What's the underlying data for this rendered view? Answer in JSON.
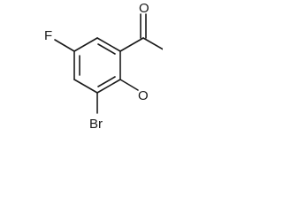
{
  "molecule": {
    "atoms": {
      "carbonyl_oxygen": "O",
      "ring_oxygen": "O",
      "fluorine": "F",
      "bromine": "Br"
    },
    "colors": {
      "bond": "#1a1a1a",
      "label": "#1a1a1a",
      "background": "#ffffff"
    }
  }
}
